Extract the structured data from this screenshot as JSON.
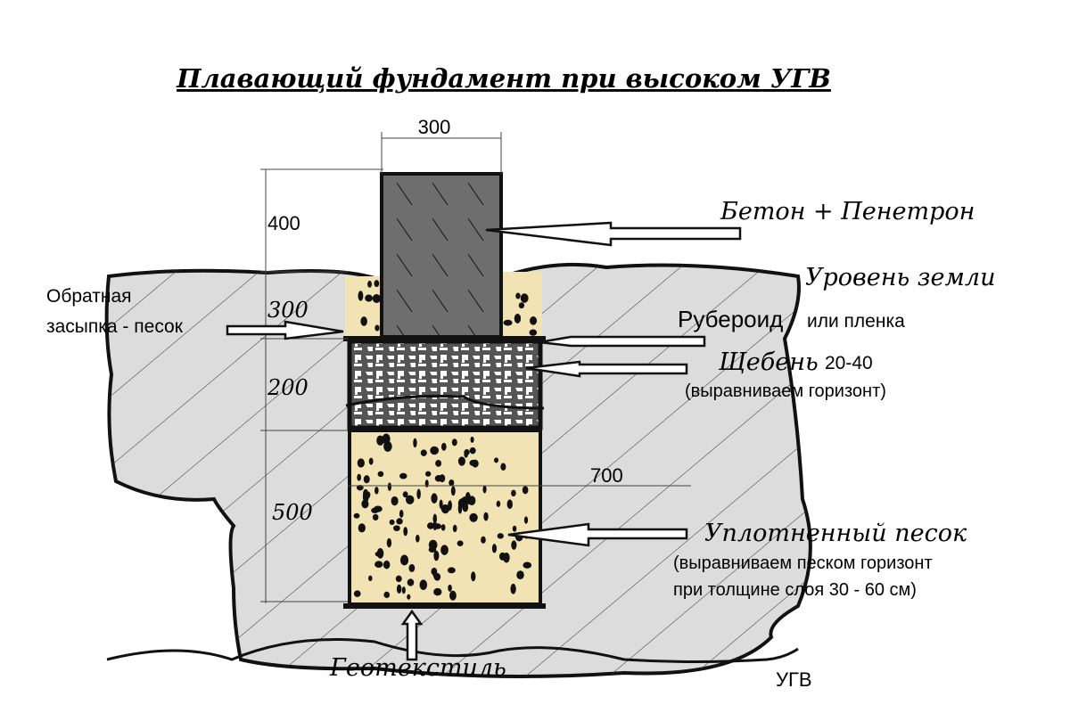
{
  "title": "Плавающий фундамент при высоком УГВ",
  "dimensions": {
    "column_width": "300",
    "column_above": "400",
    "backfill_depth": "300",
    "rubble_depth": "200",
    "sand_depth": "500",
    "base_width": "700"
  },
  "labels": {
    "concrete": "Бетон + Пенетрон",
    "ground_level": "Уровень земли",
    "backfill_line1": "Обратная",
    "backfill_line2": "засыпка - песок",
    "roofing": "Рубероид",
    "roofing_alt": "или пленка",
    "rubble": "Щебень",
    "rubble_size": "20-40",
    "rubble_note": "(выравниваем горизонт)",
    "sand": "Уплотненный песок",
    "sand_note1": "(выравниваем песком горизонт",
    "sand_note2": "при толщине слоя 30 - 60 см)",
    "geotextile": "Геотекстиль",
    "groundwater": "УГВ"
  },
  "colors": {
    "soil": "#dcdcdc",
    "concrete": "#6e6e6e",
    "sand": "#f1e3b4",
    "rubble": "#555555"
  }
}
